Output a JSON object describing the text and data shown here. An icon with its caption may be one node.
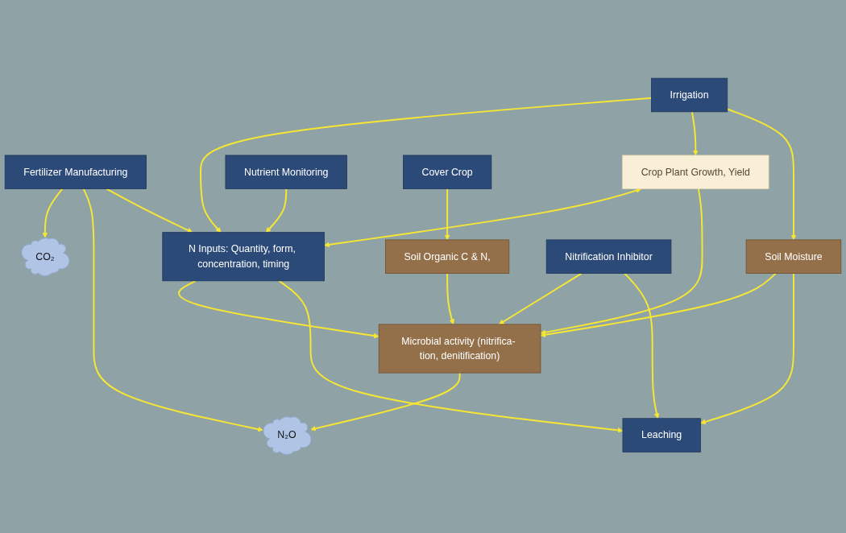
{
  "diagram": {
    "nodes": [
      {
        "text": [
          "CO₂"
        ]
      },
      {
        "text": [
          "N₂O"
        ]
      },
      {
        "text": [
          "Fertilizer Manufacturing"
        ]
      },
      {
        "text": [
          "Irrigation"
        ]
      },
      {
        "text": [
          "N Inputs: Quantity, form, concentration, timing"
        ]
      },
      {
        "text": [
          "Crop Plant Growth, Yield"
        ]
      },
      {
        "text": [
          "Cover Crop"
        ]
      },
      {
        "text": [
          "Soil Moisture"
        ]
      },
      {
        "text": [
          "Microbial activity (nitrifica- tion, denitification)"
        ]
      },
      {
        "text": [
          "Soil Organic C & N,"
        ]
      },
      {
        "text": [
          "Nutrient Monitoring"
        ]
      },
      {
        "text": [
          "Nitrification Inhibitor"
        ]
      },
      {
        "text": [
          "Leaching"
        ]
      }
    ],
    "edges": [
      {
        "from": 2,
        "to": 0,
        "arrow": "to"
      },
      {
        "from": 2,
        "to": 1,
        "arrow": "to"
      },
      {
        "from": 2,
        "to": 4,
        "arrow": "to"
      },
      {
        "from": 8,
        "to": 1,
        "arrow": "to"
      },
      {
        "from": 3,
        "to": 4,
        "arrow": "to"
      },
      {
        "from": 3,
        "to": 5,
        "arrow": "to"
      },
      {
        "from": 3,
        "to": 7,
        "arrow": "to"
      },
      {
        "from": 5,
        "to": 4,
        "arrow": "both"
      },
      {
        "from": 5,
        "to": 8,
        "arrow": "to"
      },
      {
        "from": 6,
        "to": 9,
        "arrow": "to"
      },
      {
        "from": 7,
        "to": 8,
        "arrow": "to"
      },
      {
        "from": 9,
        "to": 8,
        "arrow": "to"
      },
      {
        "from": 4,
        "to": 8,
        "arrow": "to"
      },
      {
        "from": 4,
        "to": 12,
        "arrow": "to"
      },
      {
        "from": 10,
        "to": 4,
        "arrow": "to"
      },
      {
        "from": 11,
        "to": 8,
        "arrow": "to"
      },
      {
        "from": 11,
        "to": 12,
        "arrow": "to"
      },
      {
        "from": 7,
        "to": 12,
        "arrow": "to"
      }
    ]
  }
}
